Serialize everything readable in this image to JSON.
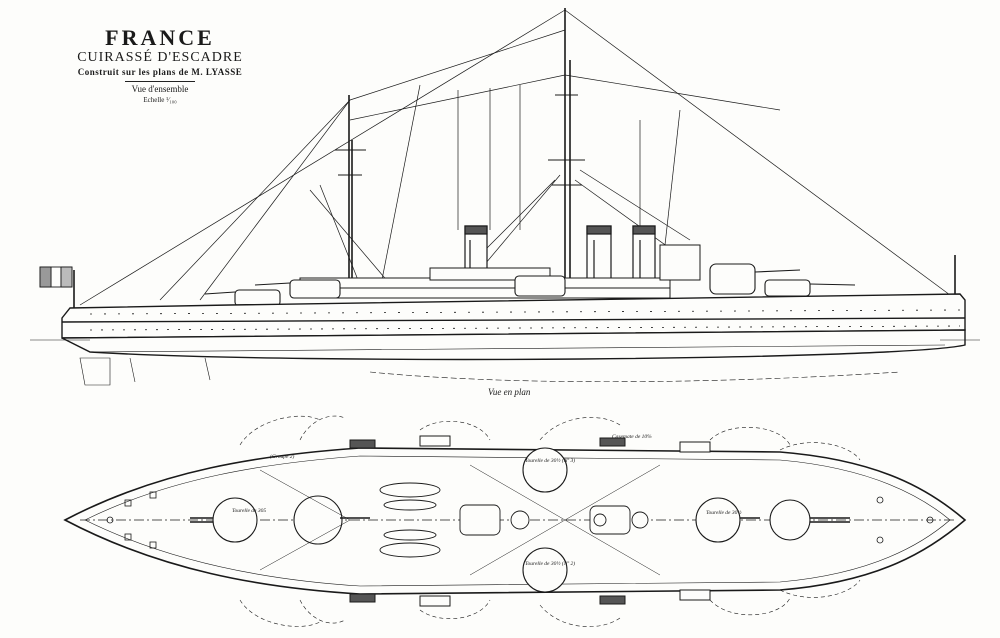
{
  "title_block": {
    "name": "FRANCE",
    "type": "CUIRASSÉ D'ESCADRE",
    "construction": "Construit sur les plans de M. LYASSE",
    "view": "Vue d'ensemble",
    "scale": "Echelle ¹⁄₁₀₀"
  },
  "plan_view_label": "Vue en plan",
  "plan_annotations": {
    "turret_fwd": "Tourelle de 305",
    "turret_port": "Tourelle de 30½ (Nº 3)",
    "turret_stbd": "Tourelle de 30½ (Nº 2)",
    "turret_aft": "Tourelle de 30½",
    "casemate": "Casemate de 10%",
    "group": "(Groupe 2)"
  },
  "colors": {
    "ink": "#1a1a1a",
    "paper": "#fdfdfb"
  }
}
